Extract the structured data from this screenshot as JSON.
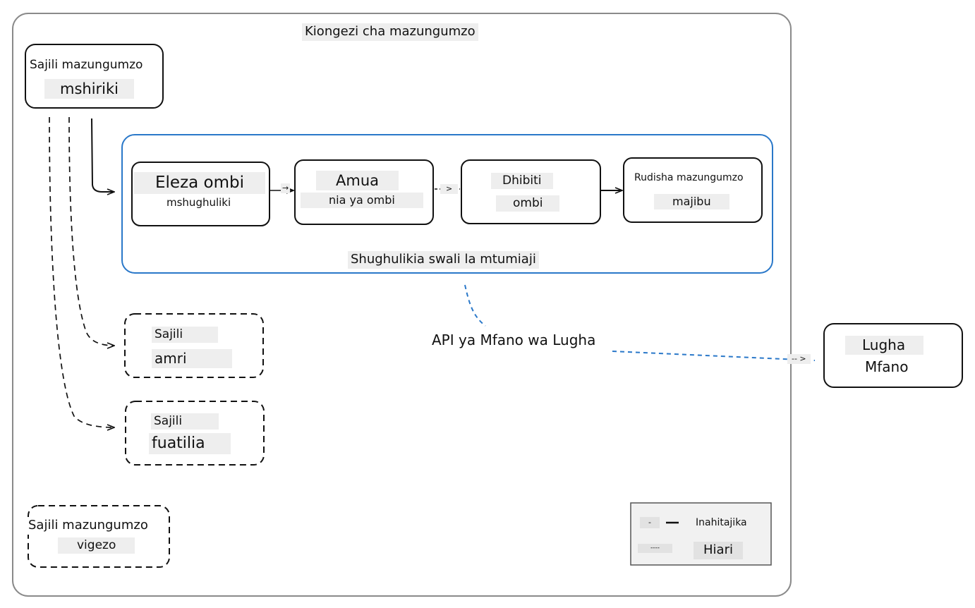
{
  "container": {
    "title": "Kiongezi cha mazungumzo"
  },
  "register_participant": {
    "line1": "Sajili mazungumzo",
    "line2": "mshiriki"
  },
  "pipeline": {
    "caption": "Shughulikia swali la mtumiaji",
    "steps": [
      {
        "line1": "Eleza ombi",
        "line2": "mshughuliki"
      },
      {
        "line1": "Amua",
        "line2": "nia ya ombi"
      },
      {
        "line1": "Dhibiti",
        "line2": "ombi"
      },
      {
        "line1": "Rudisha mazungumzo",
        "line2": "majibu"
      }
    ],
    "arrow_labels": [
      "→",
      ">"
    ]
  },
  "register_command": {
    "line1": "Sajili",
    "line2": "amri"
  },
  "register_followup": {
    "line1": "Sajili",
    "line2": "fuatilia"
  },
  "register_variables": {
    "line1": "Sajili mazungumzo",
    "line2": "vigezo"
  },
  "api": {
    "label": "API ya Mfano wa Lugha",
    "arrow_label": "-- >"
  },
  "language_model": {
    "line1": "Lugha",
    "line2": "Mfano"
  },
  "legend": {
    "required_symbol": "-",
    "required_label": "Inahitajika",
    "optional_symbol": "----",
    "optional_label": "Hiari"
  },
  "colors": {
    "pipeline_border": "#2a78c9",
    "api_link": "#2a78c9",
    "outline": "#111111",
    "label_bg": "#eeeeee"
  }
}
